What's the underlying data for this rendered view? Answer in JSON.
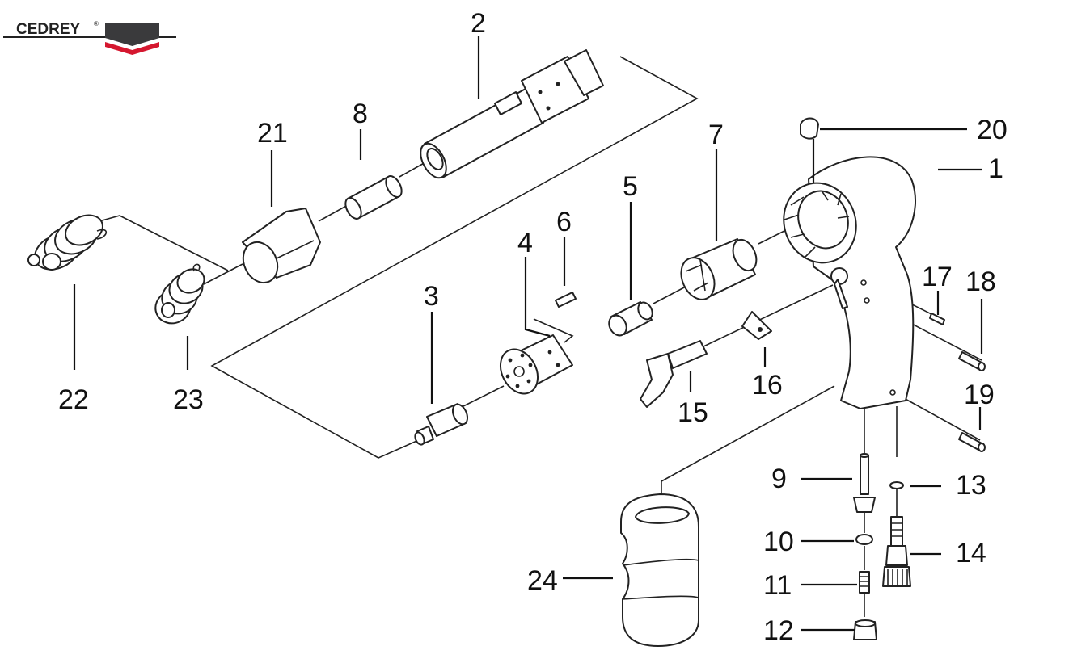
{
  "brand": {
    "name": "CEDREY",
    "mark": "®",
    "colors": {
      "dark": "#3a3a3c",
      "accent": "#d5172f"
    }
  },
  "callouts": {
    "p1": "1",
    "p2": "2",
    "p3": "3",
    "p4": "4",
    "p5": "5",
    "p6": "6",
    "p7": "7",
    "p8": "8",
    "p9": "9",
    "p10": "10",
    "p11": "11",
    "p12": "12",
    "p13": "13",
    "p14": "14",
    "p15": "15",
    "p16": "16",
    "p17": "17",
    "p18": "18",
    "p19": "19",
    "p20": "20",
    "p21": "21",
    "p22": "22",
    "p23": "23",
    "p24": "24"
  }
}
